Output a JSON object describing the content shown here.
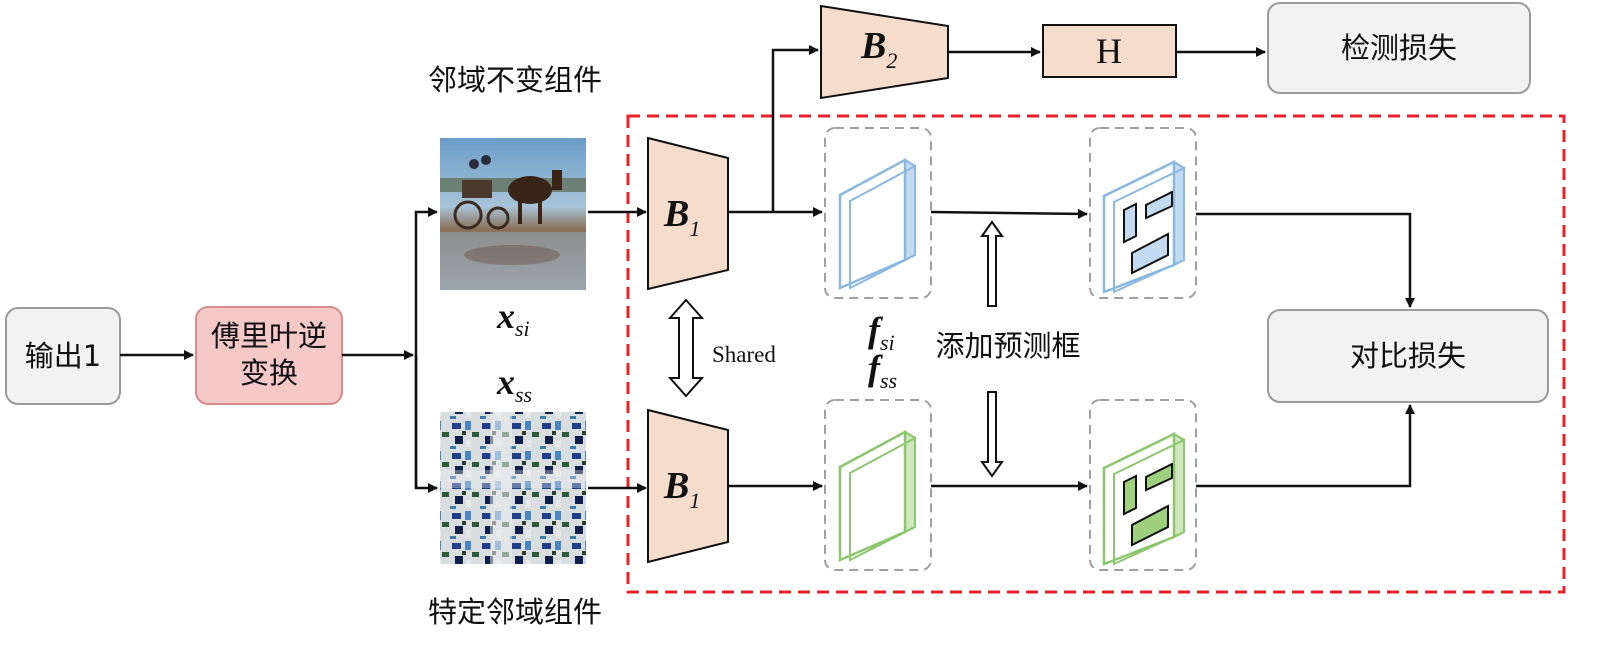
{
  "nodes": {
    "output_label": "输出1",
    "fourier_label_line1": "傅里叶逆",
    "fourier_label_line2": "变换",
    "detect_loss_label": "检测损失",
    "contrast_loss_label": "对比损失",
    "head_label": "H"
  },
  "components": {
    "invariant_label": "邻域不变组件",
    "specific_label": "特定邻域组件"
  },
  "symbols": {
    "x_main": "x",
    "x_si_sub": "si",
    "x_ss_sub": "ss",
    "b_main": "B",
    "b1_sub": "1",
    "b2_sub": "2",
    "f_main": "f",
    "f_si_sub": "si",
    "f_ss_sub": "ss"
  },
  "annotations": {
    "shared_label": "Shared",
    "add_box_label": "添加预测框"
  },
  "colors": {
    "encoder_fill": "#f6dccb",
    "fourier_fill": "#f6c9c9",
    "fourier_stroke": "#d98a8a",
    "grey_box_fill": "#f2f2f2",
    "feature_blue": "#8ab8e0",
    "feature_green": "#8cc66e",
    "dashed_region": "#e8202a"
  }
}
